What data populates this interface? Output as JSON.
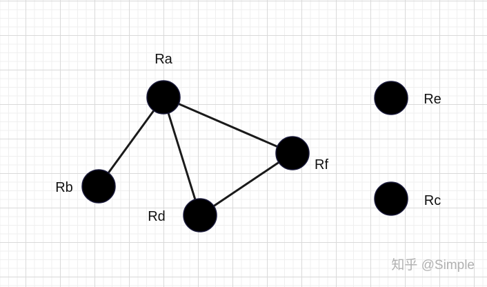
{
  "nodes": [
    {
      "id": "Ra",
      "label": "Ra"
    },
    {
      "id": "Rb",
      "label": "Rb"
    },
    {
      "id": "Rd",
      "label": "Rd"
    },
    {
      "id": "Rf",
      "label": "Rf"
    },
    {
      "id": "Re",
      "label": "Re"
    },
    {
      "id": "Rc",
      "label": "Rc"
    }
  ],
  "edges": [
    [
      "Ra",
      "Rb"
    ],
    [
      "Ra",
      "Rd"
    ],
    [
      "Ra",
      "Rf"
    ],
    [
      "Rd",
      "Rf"
    ]
  ],
  "watermark": "知乎 @Simple",
  "colors": {
    "node": "#000000",
    "edge": "#1a1a1a"
  }
}
